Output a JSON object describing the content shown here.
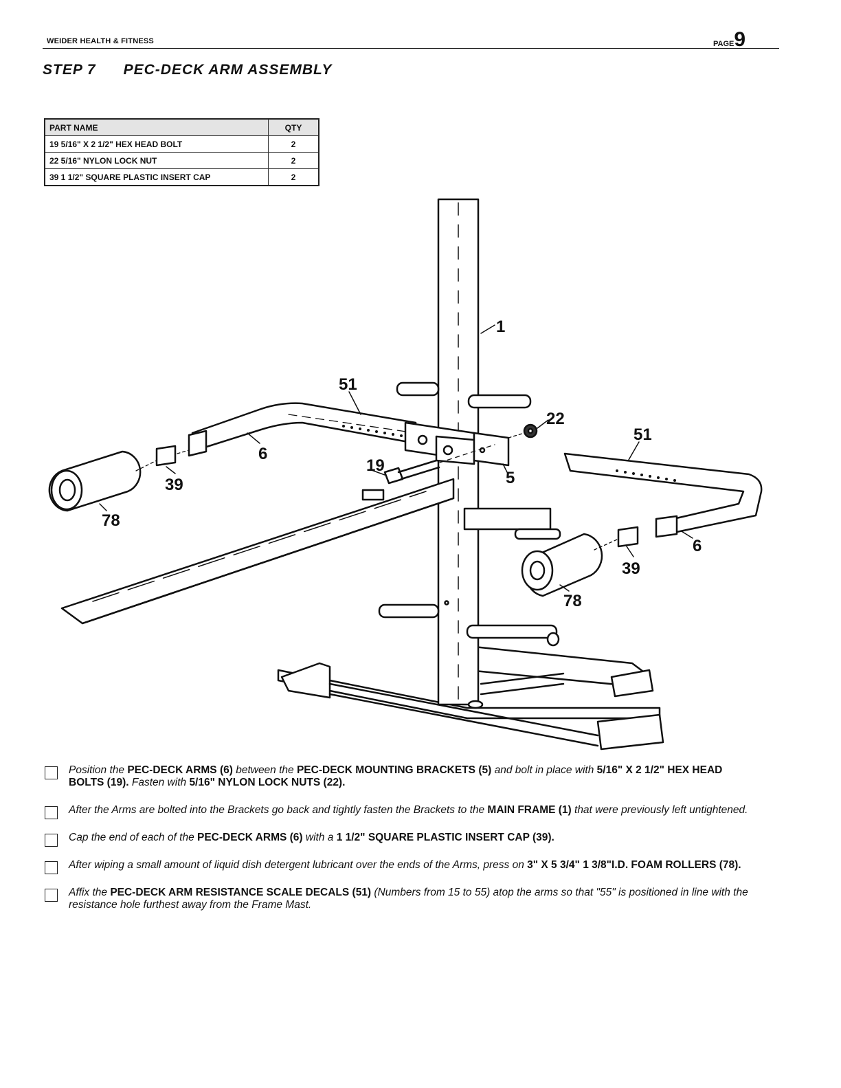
{
  "header": {
    "brand": "WEIDER HEALTH & FITNESS",
    "page_label": "PAGE",
    "page_number": "9"
  },
  "step": {
    "number": "STEP 7",
    "title": "PEC-DECK ARM ASSEMBLY"
  },
  "parts_table": {
    "col_name": "PART NAME",
    "col_qty": "QTY",
    "rows": [
      {
        "name": "19  5/16\" X 2 1/2\" HEX HEAD BOLT",
        "qty": "2"
      },
      {
        "name": "22  5/16\" NYLON LOCK NUT",
        "qty": "2"
      },
      {
        "name": "39  1 1/2\" SQUARE PLASTIC INSERT CAP",
        "qty": "2"
      }
    ]
  },
  "diagram_labels": {
    "main_frame": "1",
    "decal_left": "51",
    "decal_right": "51",
    "nut": "22",
    "bolt": "19",
    "bracket": "5",
    "arm_left": "6",
    "arm_right": "6",
    "cap_left": "39",
    "cap_right": "39",
    "roller_left": "78",
    "roller_right": "78"
  },
  "instructions": [
    {
      "parts": [
        {
          "t": "Position the ",
          "s": "i"
        },
        {
          "t": "PEC-DECK ARMS (6)",
          "s": "b"
        },
        {
          "t": " between the ",
          "s": "i"
        },
        {
          "t": "PEC-DECK MOUNTING BRACKETS (5)",
          "s": "b"
        },
        {
          "t": " and bolt in place with ",
          "s": "i"
        },
        {
          "t": "5/16\" X 2 1/2\" HEX HEAD BOLTS (19).",
          "s": "b"
        },
        {
          "t": " Fasten with ",
          "s": "i"
        },
        {
          "t": "5/16\" NYLON LOCK NUTS (22).",
          "s": "b"
        }
      ]
    },
    {
      "parts": [
        {
          "t": "After the Arms are bolted into the Brackets go back and tightly fasten the Brackets to the ",
          "s": "i"
        },
        {
          "t": "MAIN FRAME (1)",
          "s": "b"
        },
        {
          "t": " that were previously left untightened.",
          "s": "i"
        }
      ]
    },
    {
      "parts": [
        {
          "t": "Cap the end of each of the ",
          "s": "i"
        },
        {
          "t": "PEC-DECK ARMS (6)",
          "s": "b"
        },
        {
          "t": " with a ",
          "s": "i"
        },
        {
          "t": "1 1/2\" SQUARE PLASTIC INSERT CAP (39).",
          "s": "b"
        }
      ]
    },
    {
      "parts": [
        {
          "t": "After wiping a small amount of liquid dish detergent lubricant over the ends of the Arms, press on ",
          "s": "i"
        },
        {
          "t": "3\" X 5 3/4\" 1 3/8\"I.D. FOAM ROLLERS (78).",
          "s": "b"
        }
      ]
    },
    {
      "parts": [
        {
          "t": "Affix the ",
          "s": "i"
        },
        {
          "t": "PEC-DECK ARM RESISTANCE SCALE DECALS (51)",
          "s": "b"
        },
        {
          "t": " (Numbers from 15 to 55) atop the arms so that \"55\" is positioned in line with the resistance hole furthest away from the Frame Mast.",
          "s": "i"
        }
      ]
    }
  ]
}
